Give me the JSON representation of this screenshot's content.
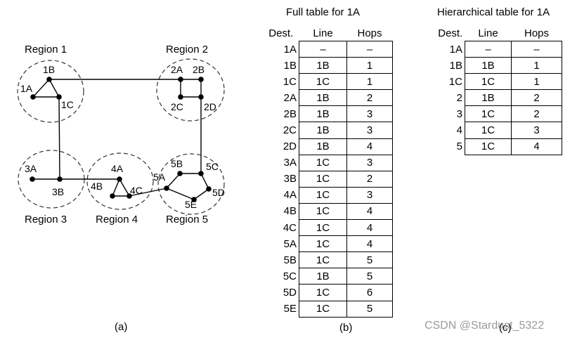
{
  "network": {
    "regions": [
      {
        "id": "r1",
        "label": "Region 1"
      },
      {
        "id": "r2",
        "label": "Region 2"
      },
      {
        "id": "r3",
        "label": "Region 3"
      },
      {
        "id": "r4",
        "label": "Region 4"
      },
      {
        "id": "r5",
        "label": "Region 5"
      }
    ],
    "nodes": [
      "1A",
      "1B",
      "1C",
      "2A",
      "2B",
      "2C",
      "2D",
      "3A",
      "3B",
      "4A",
      "4B",
      "4C",
      "5A",
      "5B",
      "5C",
      "5D",
      "5E"
    ],
    "links": [
      [
        "1A",
        "1B"
      ],
      [
        "1B",
        "1C"
      ],
      [
        "1A",
        "1C"
      ],
      [
        "1B",
        "2A"
      ],
      [
        "1C",
        "3B"
      ],
      [
        "2A",
        "2B"
      ],
      [
        "2B",
        "2D"
      ],
      [
        "2D",
        "2C"
      ],
      [
        "2C",
        "2A"
      ],
      [
        "2D",
        "5C"
      ],
      [
        "3A",
        "3B"
      ],
      [
        "3B",
        "4A"
      ],
      [
        "4A",
        "4B"
      ],
      [
        "4A",
        "4C"
      ],
      [
        "4B",
        "4C"
      ],
      [
        "4C",
        "5A"
      ],
      [
        "5A",
        "5B"
      ],
      [
        "5B",
        "5C"
      ],
      [
        "5C",
        "5D"
      ],
      [
        "5D",
        "5E"
      ],
      [
        "5E",
        "5A"
      ]
    ]
  },
  "full_table": {
    "title": "Full table for 1A",
    "headers": [
      "Dest.",
      "Line",
      "Hops"
    ],
    "rows": [
      [
        "1A",
        "–",
        "–"
      ],
      [
        "1B",
        "1B",
        "1"
      ],
      [
        "1C",
        "1C",
        "1"
      ],
      [
        "2A",
        "1B",
        "2"
      ],
      [
        "2B",
        "1B",
        "3"
      ],
      [
        "2C",
        "1B",
        "3"
      ],
      [
        "2D",
        "1B",
        "4"
      ],
      [
        "3A",
        "1C",
        "3"
      ],
      [
        "3B",
        "1C",
        "2"
      ],
      [
        "4A",
        "1C",
        "3"
      ],
      [
        "4B",
        "1C",
        "4"
      ],
      [
        "4C",
        "1C",
        "4"
      ],
      [
        "5A",
        "1C",
        "4"
      ],
      [
        "5B",
        "1C",
        "5"
      ],
      [
        "5C",
        "1B",
        "5"
      ],
      [
        "5D",
        "1C",
        "6"
      ],
      [
        "5E",
        "1C",
        "5"
      ]
    ]
  },
  "hier_table": {
    "title": "Hierarchical table for 1A",
    "headers": [
      "Dest.",
      "Line",
      "Hops"
    ],
    "rows": [
      [
        "1A",
        "–",
        "–"
      ],
      [
        "1B",
        "1B",
        "1"
      ],
      [
        "1C",
        "1C",
        "1"
      ],
      [
        "2",
        "1B",
        "2"
      ],
      [
        "3",
        "1C",
        "2"
      ],
      [
        "4",
        "1C",
        "3"
      ],
      [
        "5",
        "1C",
        "4"
      ]
    ]
  },
  "captions": {
    "a": "(a)",
    "b": "(b)",
    "c": "(c)"
  },
  "watermark": "CSDN @Stardust_5322"
}
